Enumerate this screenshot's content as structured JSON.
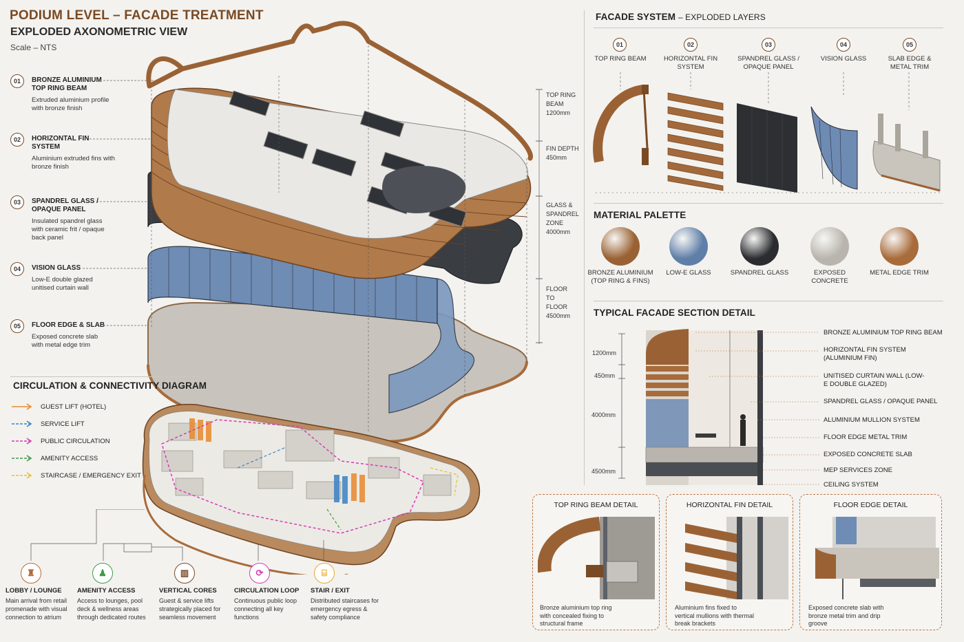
{
  "header": {
    "title": "PODIUM LEVEL – FACADE TREATMENT",
    "subtitle": "EXPLODED AXONOMETRIC VIEW",
    "scale": "Scale – NTS"
  },
  "callouts": [
    {
      "num": "01",
      "title": "BRONZE ALUMINIUM TOP RING BEAM",
      "desc": "Extruded aluminium profile with bronze finish"
    },
    {
      "num": "02",
      "title": "HORIZONTAL FIN SYSTEM",
      "desc": "Aluminium extruded fins with bronze finish"
    },
    {
      "num": "03",
      "title": "SPANDREL GLASS / OPAQUE PANEL",
      "desc": "Insulated spandrel glass with ceramic frit / opaque back panel"
    },
    {
      "num": "04",
      "title": "VISION GLASS",
      "desc": "Low-E double glazed unitised curtain wall"
    },
    {
      "num": "05",
      "title": "FLOOR EDGE & SLAB",
      "desc": "Exposed concrete slab with metal edge trim"
    }
  ],
  "dimensions": [
    {
      "label": "TOP RING BEAM",
      "value": "1200mm"
    },
    {
      "label": "FIN DEPTH",
      "value": "450mm"
    },
    {
      "label": "GLASS & SPANDREL ZONE",
      "value": "4000mm"
    },
    {
      "label": "FLOOR TO FLOOR",
      "value": "4500mm"
    }
  ],
  "facade_system": {
    "heading": "FACADE SYSTEM",
    "heading_suffix": "– EXPLODED LAYERS",
    "layers": [
      {
        "num": "01",
        "label": "TOP RING BEAM"
      },
      {
        "num": "02",
        "label": "HORIZONTAL FIN SYSTEM"
      },
      {
        "num": "03",
        "label": "SPANDREL GLASS / OPAQUE PANEL"
      },
      {
        "num": "04",
        "label": "VISION GLASS"
      },
      {
        "num": "05",
        "label": "SLAB EDGE & METAL TRIM"
      }
    ]
  },
  "palette": {
    "heading": "MATERIAL PALETTE",
    "items": [
      {
        "label": "BRONZE ALUMINIUM (TOP RING & FINS)",
        "color": "#9a6234"
      },
      {
        "label": "LOW-E GLASS",
        "color": "#5f7fa8"
      },
      {
        "label": "SPANDREL GLASS",
        "color": "#2a2c2f"
      },
      {
        "label": "EXPOSED CONCRETE",
        "color": "#b9b5ae"
      },
      {
        "label": "METAL EDGE TRIM",
        "color": "#a86b3a"
      }
    ]
  },
  "section_detail": {
    "heading": "TYPICAL FACADE SECTION DETAIL",
    "dims": [
      "1200mm",
      "450mm",
      "4000mm",
      "4500mm"
    ],
    "labels": [
      "BRONZE ALUMINIUM TOP RING BEAM",
      "HORIZONTAL FIN SYSTEM (ALUMINIUM FIN)",
      "UNITISED CURTAIN WALL (LOW-E DOUBLE GLAZED)",
      "SPANDREL GLASS / OPAQUE PANEL",
      "ALUMINIUM MULLION SYSTEM",
      "FLOOR EDGE METAL TRIM",
      "EXPOSED CONCRETE SLAB",
      "MEP SERVICES ZONE",
      "CEILING SYSTEM"
    ]
  },
  "details": [
    {
      "title": "TOP RING BEAM DETAIL",
      "desc": "Bronze aluminium top ring with concealed fixing to structural frame"
    },
    {
      "title": "HORIZONTAL FIN DETAIL",
      "desc": "Aluminium fins fixed to vertical mullions with thermal break brackets"
    },
    {
      "title": "FLOOR EDGE DETAIL",
      "desc": "Exposed concrete slab with bronze metal trim and drip groove"
    }
  ],
  "circulation": {
    "heading": "CIRCULATION & CONNECTIVITY DIAGRAM",
    "legend": [
      {
        "label": "GUEST LIFT (HOTEL)",
        "color": "#e8892c",
        "dashed": false
      },
      {
        "label": "SERVICE LIFT",
        "color": "#3b82c4",
        "dashed": true
      },
      {
        "label": "PUBLIC CIRCULATION",
        "color": "#d63bb5",
        "dashed": true
      },
      {
        "label": "AMENITY ACCESS",
        "color": "#3f9a4a",
        "dashed": true
      },
      {
        "label": "STAIRCASE / EMERGENCY EXIT",
        "color": "#e6c12a",
        "dashed": true
      }
    ],
    "features": [
      {
        "title": "LOBBY / LOUNGE",
        "desc": "Main arrival from retail promenade with visual connection to atrium",
        "color": "#b7693a"
      },
      {
        "title": "AMENITY ACCESS",
        "desc": "Access to lounges, pool deck & wellness areas through dedicated routes",
        "color": "#3f9a4a"
      },
      {
        "title": "VERTICAL CORES",
        "desc": "Guest & service lifts strategically placed for seamless movement",
        "color": "#7a4a23"
      },
      {
        "title": "CIRCULATION LOOP",
        "desc": "Continuous public loop connecting all key functions",
        "color": "#d63bb5"
      },
      {
        "title": "STAIR / EXIT",
        "desc": "Distributed staircases for emergency egress & safety compliance",
        "color": "#e6a82a"
      }
    ]
  }
}
